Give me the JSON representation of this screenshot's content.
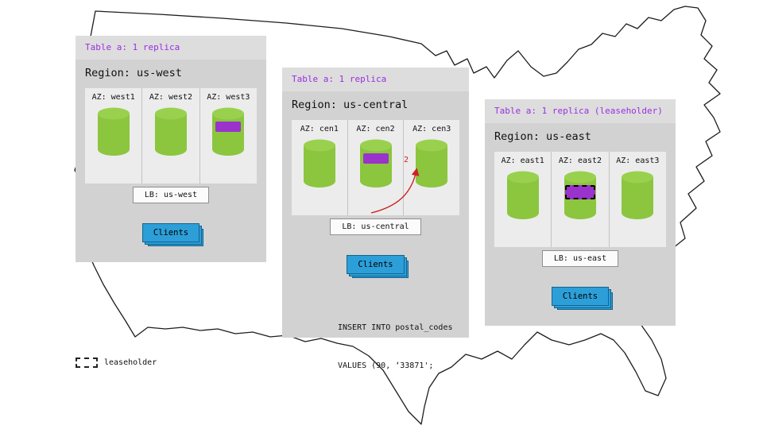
{
  "legend": {
    "label": "leaseholder"
  },
  "sql": {
    "line1": "INSERT INTO postal_codes",
    "line2": "VALUES (90, ‘33871';"
  },
  "arrow": {
    "label": "2"
  },
  "colors": {
    "replica_green": "#8bc63e",
    "replica_purple": "#9933cc",
    "clients_blue": "#2d9fd8",
    "header_purple": "#9b2fe0",
    "arrow_red": "#cc2222",
    "panel_header_gray": "#dddddd",
    "panel_body_gray": "#d2d2d2"
  },
  "regions": [
    {
      "table_label": "Table a: 1 replica",
      "region_label": "Region: us-west",
      "azs": [
        {
          "label": "AZ: west1",
          "replica": false,
          "leaseholder": false
        },
        {
          "label": "AZ: west2",
          "replica": false,
          "leaseholder": false
        },
        {
          "label": "AZ: west3",
          "replica": true,
          "leaseholder": false
        }
      ],
      "lb_label": "LB: us-west",
      "clients_label": "Clients"
    },
    {
      "table_label": "Table a: 1 replica",
      "region_label": "Region: us-central",
      "azs": [
        {
          "label": "AZ: cen1",
          "replica": false,
          "leaseholder": false
        },
        {
          "label": "AZ: cen2",
          "replica": true,
          "leaseholder": false
        },
        {
          "label": "AZ: cen3",
          "replica": false,
          "leaseholder": false
        }
      ],
      "lb_label": "LB: us-central",
      "clients_label": "Clients"
    },
    {
      "table_label": "Table a: 1 replica (leaseholder)",
      "region_label": "Region: us-east",
      "azs": [
        {
          "label": "AZ: east1",
          "replica": false,
          "leaseholder": false
        },
        {
          "label": "AZ: east2",
          "replica": true,
          "leaseholder": true
        },
        {
          "label": "AZ: east3",
          "replica": false,
          "leaseholder": false
        }
      ],
      "lb_label": "LB: us-east",
      "clients_label": "Clients"
    }
  ]
}
